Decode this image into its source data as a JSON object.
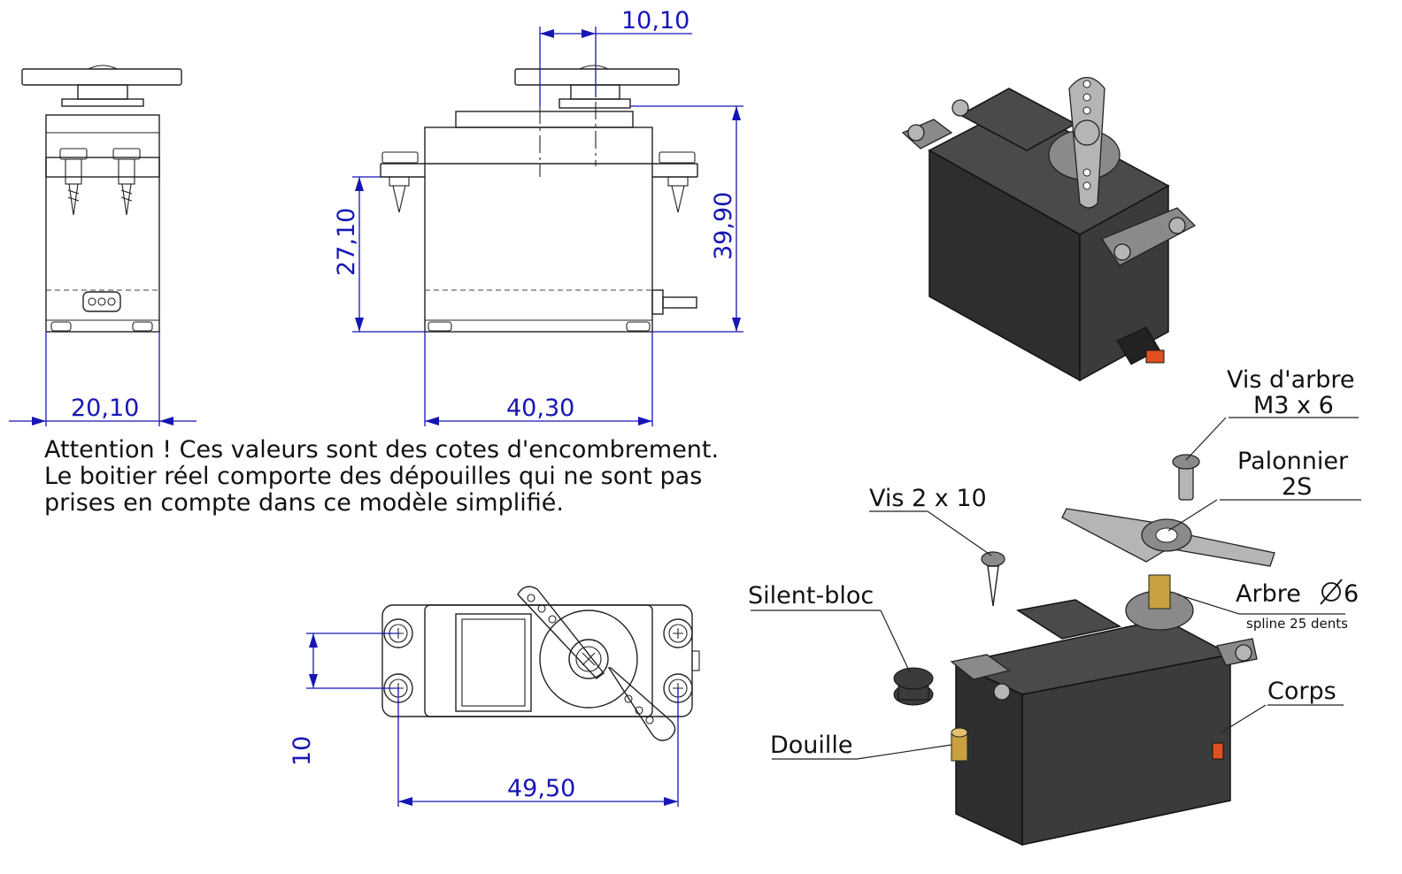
{
  "dimensions": {
    "side_width": "20,10",
    "front_width": "40,30",
    "shaft_offset": "10,10",
    "mount_height": "27,10",
    "total_height": "39,90",
    "hole_spacing_v": "10",
    "hole_spacing_h": "49,50"
  },
  "note": {
    "line1": "Attention ! Ces valeurs sont des cotes d'encombrement.",
    "line2": "Le boitier réel comporte des dépouilles qui ne sont pas",
    "line3": "prises en compte dans ce modèle simplifié."
  },
  "labels": {
    "shaft_screw_1": "Vis d'arbre",
    "shaft_screw_2": "M3 x 6",
    "horn_1": "Palonnier",
    "horn_2": "2S",
    "screw": "Vis 2 x 10",
    "shaft": "Arbre",
    "shaft_dia": "6",
    "spline": "spline 25 dents",
    "silent_bloc": "Silent-bloc",
    "body": "Corps",
    "bushing": "Douille"
  },
  "colors": {
    "dimension": "#1616b4",
    "servo_body": "#3b3b3b",
    "bushing": "#c8a040",
    "connector": "#e05020"
  }
}
